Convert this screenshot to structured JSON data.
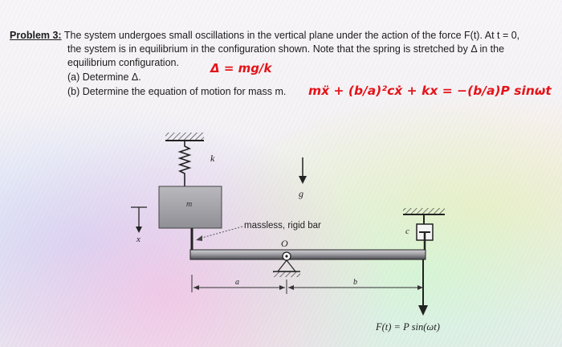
{
  "problem": {
    "label": "Problem 3:",
    "line1": "The system undergoes small oscillations in the vertical plane under the action of the force F(t). At t = 0,",
    "line2": "the system is in equilibrium in the configuration shown. Note that the spring is stretched by Δ in the",
    "line3": "equilibrium configuration.",
    "part_a": "(a) Determine Δ.",
    "part_b": "(b) Determine the equation of motion for mass m."
  },
  "handwriting": {
    "delta_answer": "Δ = mg/k",
    "eom_answer": "mẍ + (b/a)²cẋ + kx = −(b/a)P sinωt",
    "ink_color": "#e4141a"
  },
  "diagram": {
    "spring_label": "k",
    "mass_label": "m",
    "gravity_label": "g",
    "bar_label": "massless, rigid bar",
    "pivot_label": "O",
    "damper_label": "c",
    "coord_label": "x",
    "dim_a": "a",
    "dim_b": "b",
    "force_label": "F(t) = P sin(ωt)"
  }
}
